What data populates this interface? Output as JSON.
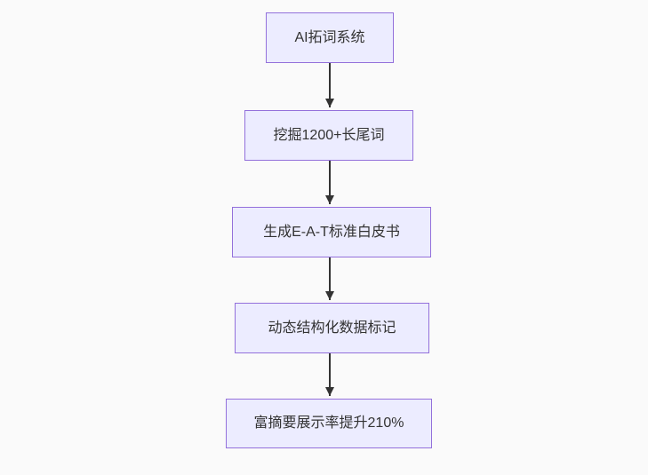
{
  "diagram": {
    "type": "flowchart-top-down",
    "nodes": [
      {
        "id": "A",
        "label": "AI拓词系统"
      },
      {
        "id": "B",
        "label": "挖掘1200+长尾词"
      },
      {
        "id": "C",
        "label": "生成E-A-T标准白皮书"
      },
      {
        "id": "D",
        "label": "动态结构化数据标记"
      },
      {
        "id": "E",
        "label": "富摘要展示率提升210%"
      }
    ],
    "edges": [
      {
        "from": "A",
        "to": "B"
      },
      {
        "from": "B",
        "to": "C"
      },
      {
        "from": "C",
        "to": "D"
      },
      {
        "from": "D",
        "to": "E"
      }
    ]
  },
  "colors": {
    "background": "#fafafa",
    "node_fill": "#ECECFF",
    "node_border": "#9370DB",
    "text": "#333333",
    "arrow": "#333333"
  }
}
